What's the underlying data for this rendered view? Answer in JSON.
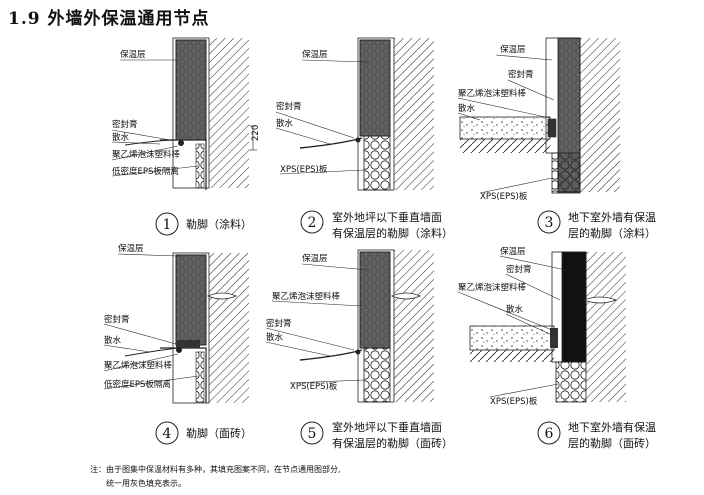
{
  "title": "1.9 外墙外保温通用节点",
  "labels": {
    "insulation": "保温层",
    "sealant": "密封膏",
    "apron": "散水",
    "pe_rod": "聚乙烯泡沫塑料棒",
    "low_density_eps": "低密度EPS板隔离",
    "xps_board": "XPS(EPS)板",
    "dim_220": "220"
  },
  "details": [
    {
      "number": "1",
      "caption_lines": [
        "勒脚（涂料）"
      ]
    },
    {
      "number": "2",
      "caption_lines": [
        "室外地坪以下垂直墙面",
        "有保温层的勒脚（涂料）"
      ]
    },
    {
      "number": "3",
      "caption_lines": [
        "地下室外墙有保温",
        "层的勒脚（涂料）"
      ]
    },
    {
      "number": "4",
      "caption_lines": [
        "勒脚（面砖）"
      ]
    },
    {
      "number": "5",
      "caption_lines": [
        "室外地坪以下垂直墙面",
        "有保温层的勒脚（面砖）"
      ]
    },
    {
      "number": "6",
      "caption_lines": [
        "地下室外墙有保温",
        "层的勒脚（面砖）"
      ]
    }
  ],
  "notes": [
    "注：由于图集中保温材料有多种，其填充图案不同，在节点通用图部分,",
    "统一用灰色填充表示。"
  ]
}
